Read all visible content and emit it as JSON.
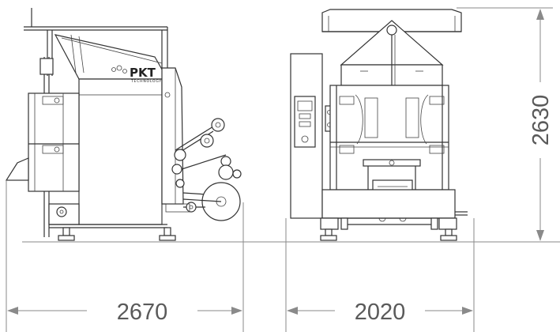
{
  "brand": {
    "name": "PKT",
    "tagline": "TECHNOLOGY"
  },
  "dimensions": {
    "side_view_length": "2670",
    "front_view_width": "2020",
    "height": "2630"
  },
  "colors": {
    "line": "#333333",
    "dimension_line": "#8a8a8a",
    "dimension_text": "#5a5a5a",
    "background": "#ffffff"
  }
}
